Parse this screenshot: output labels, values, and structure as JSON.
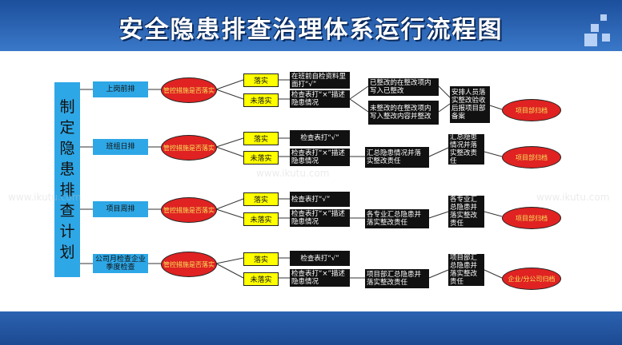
{
  "title": "安全隐患排查治理体系运行流程图",
  "plan_label": [
    "制",
    "定",
    "隐",
    "患",
    "排",
    "查",
    "计",
    "划"
  ],
  "rows": [
    {
      "source": "上岗前排",
      "control": "管控措施是否落实",
      "yes": "落实",
      "no": "未落实",
      "yes_text": "在班前自检资料里面打“√”",
      "no_text": "检查表打“×”描述隐患情况",
      "step1a": "已整改的在整改项内写入已整改",
      "step1b": "未整改的在整改项内写入整改内容并整改",
      "step2": "安排人员落实整改验收后报项目部备案",
      "end": "项目部归档"
    },
    {
      "source": "班组日排",
      "control": "管控措施是否落实",
      "yes": "落实",
      "no": "未落实",
      "yes_text": "检查表打“√”",
      "no_text": "检查表打“×”描述隐患情况",
      "step1": "汇总隐患情况并落实整改责任",
      "step2": "汇总隐患情况并落实整改责任",
      "end": "项目部归档"
    },
    {
      "source": "项目周排",
      "control": "管控措施是否落实",
      "yes": "落实",
      "no": "未落实",
      "yes_text": "检查表打“√”",
      "no_text": "检查表打“×”描述隐患情况",
      "step1": "各专业汇总隐患并落实整改责任",
      "step2": "各专业汇总隐患并落实整改责任",
      "end": "项目部归档"
    },
    {
      "source": "公司月检查企业季度检查",
      "control": "管控措施是否落实",
      "yes": "落实",
      "no": "未落实",
      "yes_text": "检查表打“√”",
      "no_text": "检查表打“×”描述隐患情况",
      "step1": "项目部汇总隐患并落实整改责任",
      "step2": "项目部汇总隐患并落实整改责任",
      "end": "企业/分公司归档"
    }
  ],
  "watermark": "www.ikutu.com"
}
